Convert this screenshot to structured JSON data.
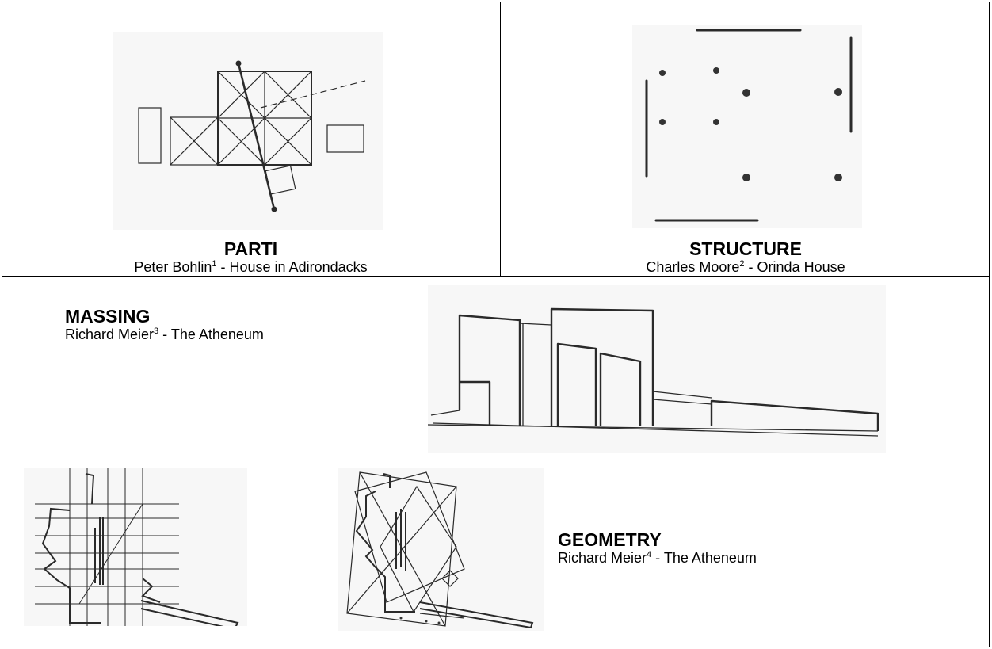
{
  "panels": {
    "parti": {
      "title": "PARTI",
      "author": "Peter Bohlin",
      "note": "1",
      "work": " - House in Adirondacks"
    },
    "structure": {
      "title": "STRUCTURE",
      "author": "Charles Moore",
      "note": "2",
      "work": " - Orinda House"
    },
    "massing": {
      "title": "MASSING",
      "author": "Richard Meier",
      "note": "3",
      "work": " - The Atheneum"
    },
    "geometry": {
      "title": "GEOMETRY",
      "author": "Richard Meier",
      "note": "4",
      "work": " - The Atheneum"
    }
  }
}
